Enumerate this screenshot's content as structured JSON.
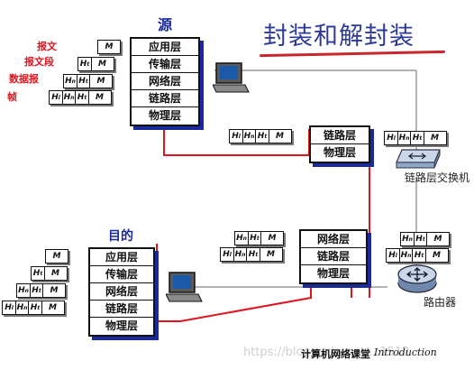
{
  "title": "封装和解封装",
  "source_label": "源",
  "dest_label": "目的",
  "pdu_labels": [
    "报文",
    "报文段",
    "数据报",
    "帧"
  ],
  "source_stack": [
    "应用层",
    "传输层",
    "网络层",
    "链路层",
    "物理层"
  ],
  "dest_stack": [
    "应用层",
    "传输层",
    "网络层",
    "链路层",
    "物理层"
  ],
  "switch_stack": [
    "链路层",
    "物理层"
  ],
  "router_stack": [
    "网络层",
    "链路层",
    "物理层"
  ],
  "switch_label": "链路层交换机",
  "router_label": "路由器",
  "header_t": "H",
  "header_t_sub": "t",
  "header_n_sub": "n",
  "header_l_sub": "l",
  "message": "M",
  "footer_cn": "计算机网络课堂",
  "footer_en": "Introduction",
  "watermark": "https://blog.csdn.net/...1512",
  "colors": {
    "title": "#2d3a9a",
    "red": "#e0141e",
    "stack_shadow": "#1a2a9a",
    "path_red": "#e0141e"
  }
}
